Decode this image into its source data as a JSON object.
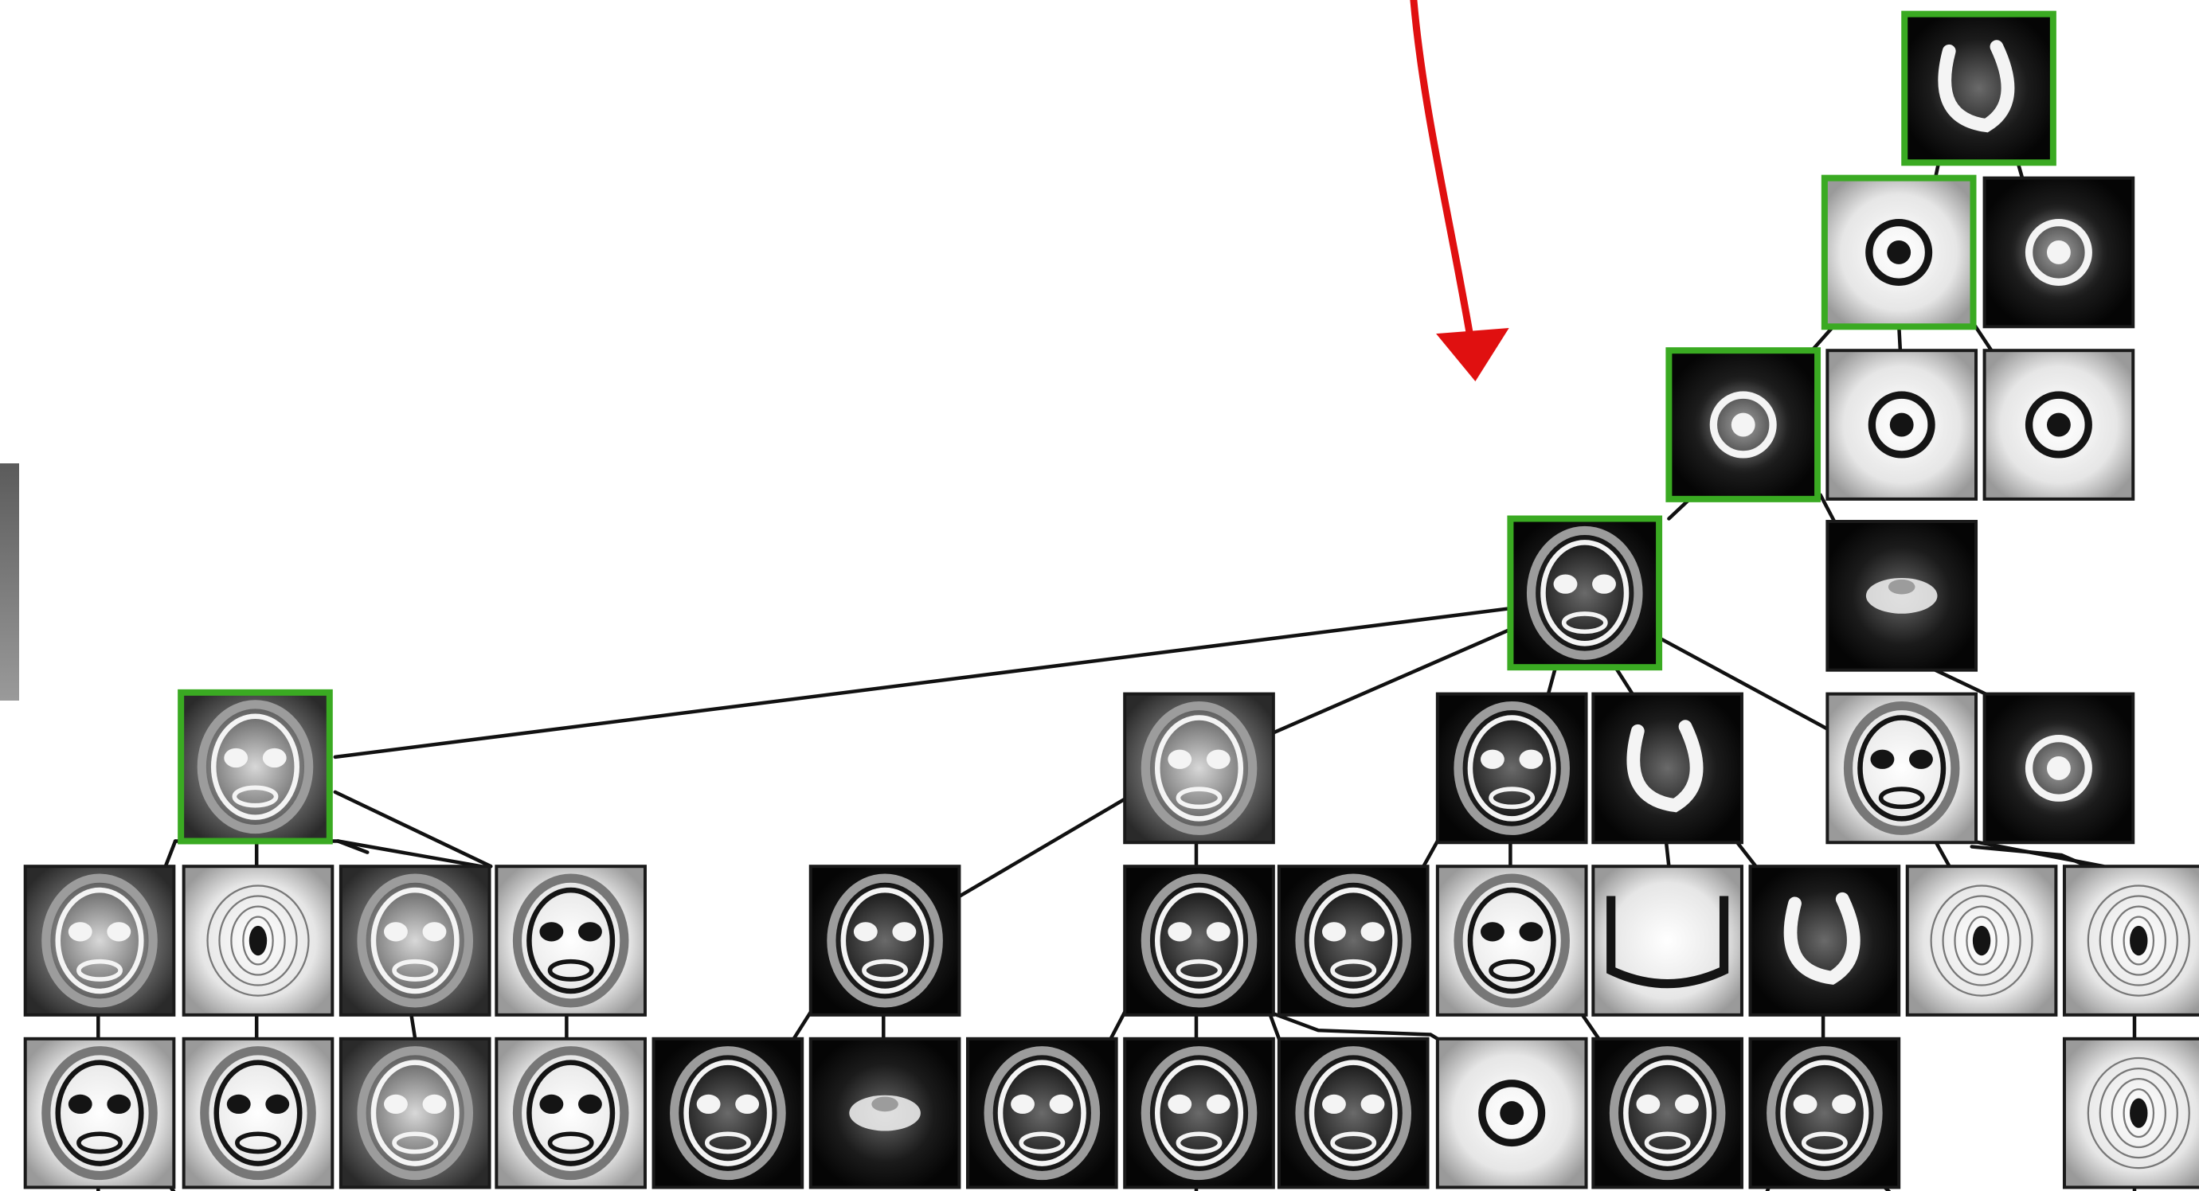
{
  "theme": {
    "selected_border_color": "#3aaa22",
    "normal_border_color": "#1a1a1a",
    "edge_color": "#111111",
    "annotation_arrow_color": "#e01010",
    "side_strip_color": "#6f6f6f"
  },
  "tree": {
    "nodes": [
      {
        "id": "n1",
        "image": "crescent-shape",
        "bg": "dark",
        "selected": true
      },
      {
        "id": "n2",
        "image": "eye-ring",
        "bg": "light",
        "selected": true
      },
      {
        "id": "n3",
        "image": "dim-spot",
        "bg": "dark",
        "selected": false
      },
      {
        "id": "n4",
        "image": "flat-disc",
        "bg": "dark",
        "selected": true
      },
      {
        "id": "n5",
        "image": "swirl-eye",
        "bg": "light",
        "selected": false
      },
      {
        "id": "n6",
        "image": "spiral-ring",
        "bg": "light",
        "selected": false
      },
      {
        "id": "n7",
        "image": "face-blob",
        "bg": "dark",
        "selected": true
      },
      {
        "id": "n8",
        "image": "cup-shape",
        "bg": "dark",
        "selected": false
      },
      {
        "id": "n9",
        "image": "skull-face",
        "bg": "mid",
        "selected": true
      },
      {
        "id": "n10",
        "image": "round-face",
        "bg": "mid",
        "selected": false
      },
      {
        "id": "n11",
        "image": "grinning-face",
        "bg": "dark",
        "selected": false
      },
      {
        "id": "n12",
        "image": "curl-shape",
        "bg": "dark",
        "selected": false
      },
      {
        "id": "n13",
        "image": "vase-face",
        "bg": "light",
        "selected": false
      },
      {
        "id": "n14",
        "image": "ring-streak",
        "bg": "dark",
        "selected": false
      },
      {
        "id": "n15",
        "image": "skull-sad",
        "bg": "mid",
        "selected": false
      },
      {
        "id": "n16",
        "image": "faint-butterfly",
        "bg": "light",
        "selected": false
      },
      {
        "id": "n17",
        "image": "dark-mask",
        "bg": "mid",
        "selected": false
      },
      {
        "id": "n18",
        "image": "ring-face",
        "bg": "light",
        "selected": false
      },
      {
        "id": "n19",
        "image": "glow-figure",
        "bg": "dark",
        "selected": false
      },
      {
        "id": "n20",
        "image": "blob-face",
        "bg": "dark",
        "selected": false
      },
      {
        "id": "n21",
        "image": "mask-face",
        "bg": "dark",
        "selected": false
      },
      {
        "id": "n22",
        "image": "spotted-face",
        "bg": "light",
        "selected": false
      },
      {
        "id": "n23",
        "image": "u-bands",
        "bg": "light",
        "selected": false
      },
      {
        "id": "n24",
        "image": "dark-curve",
        "bg": "dark",
        "selected": false
      },
      {
        "id": "n25",
        "image": "symmetric-pattern",
        "bg": "light",
        "selected": false
      },
      {
        "id": "n26",
        "image": "filigree-pattern",
        "bg": "light",
        "selected": false
      },
      {
        "id": "n27",
        "image": "white-mask",
        "bg": "light",
        "selected": false
      },
      {
        "id": "n28",
        "image": "pale-face",
        "bg": "light",
        "selected": false
      },
      {
        "id": "n29",
        "image": "dark-skull",
        "bg": "mid",
        "selected": false
      },
      {
        "id": "n30",
        "image": "helmet-face",
        "bg": "light",
        "selected": false
      },
      {
        "id": "n31",
        "image": "orb-face",
        "bg": "dark",
        "selected": false
      },
      {
        "id": "n32",
        "image": "arch-glow",
        "bg": "dark",
        "selected": false
      },
      {
        "id": "n33",
        "image": "small-face",
        "bg": "dark",
        "selected": false
      },
      {
        "id": "n34",
        "image": "smile-face",
        "bg": "dark",
        "selected": false
      },
      {
        "id": "n35",
        "image": "horned-face",
        "bg": "dark",
        "selected": false
      },
      {
        "id": "n36",
        "image": "target-eye",
        "bg": "light",
        "selected": false
      },
      {
        "id": "n37",
        "image": "spotted-blob",
        "bg": "dark",
        "selected": false
      },
      {
        "id": "n38",
        "image": "dark-face",
        "bg": "dark",
        "selected": false
      },
      {
        "id": "n39",
        "image": "ornate-pattern",
        "bg": "light",
        "selected": false
      }
    ]
  }
}
